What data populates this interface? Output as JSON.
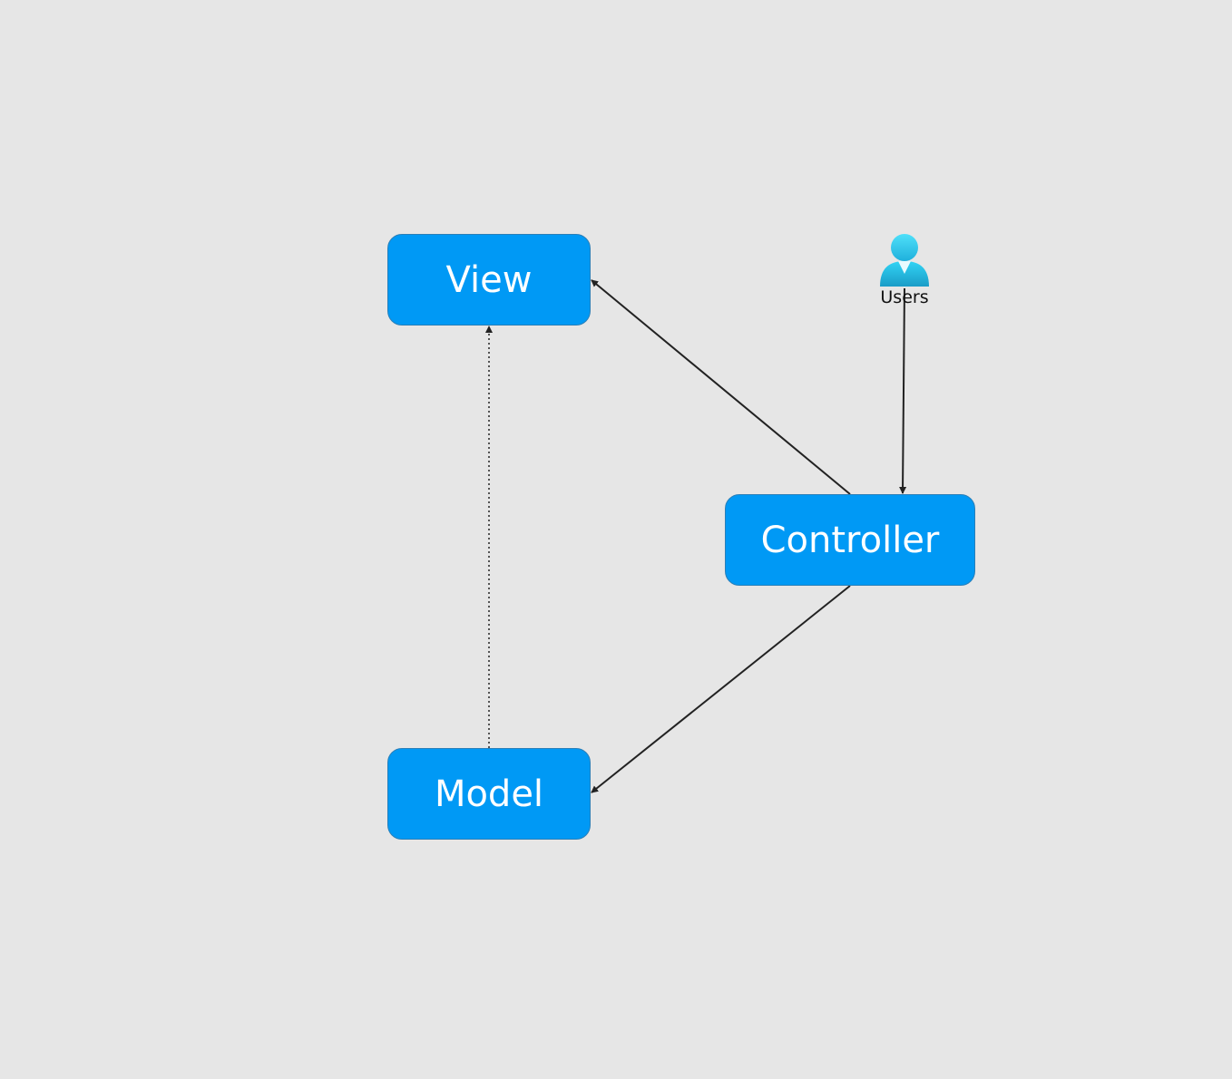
{
  "diagram": {
    "nodes": [
      {
        "id": "view",
        "label": "View"
      },
      {
        "id": "controller",
        "label": "Controller"
      },
      {
        "id": "model",
        "label": "Model"
      }
    ],
    "actor": {
      "label": "Users",
      "icon": "user-icon"
    },
    "edges": [
      {
        "from": "users",
        "to": "controller",
        "style": "solid"
      },
      {
        "from": "controller",
        "to": "view",
        "style": "solid"
      },
      {
        "from": "controller",
        "to": "model",
        "style": "solid"
      },
      {
        "from": "model",
        "to": "view",
        "style": "dotted"
      }
    ]
  },
  "colors": {
    "background": "#e6e6e6",
    "node_fill": "#0099f5",
    "node_text": "#ffffff",
    "edge": "#222222",
    "actor_light": "#32d4f5",
    "actor_dark": "#1a9cc7"
  }
}
